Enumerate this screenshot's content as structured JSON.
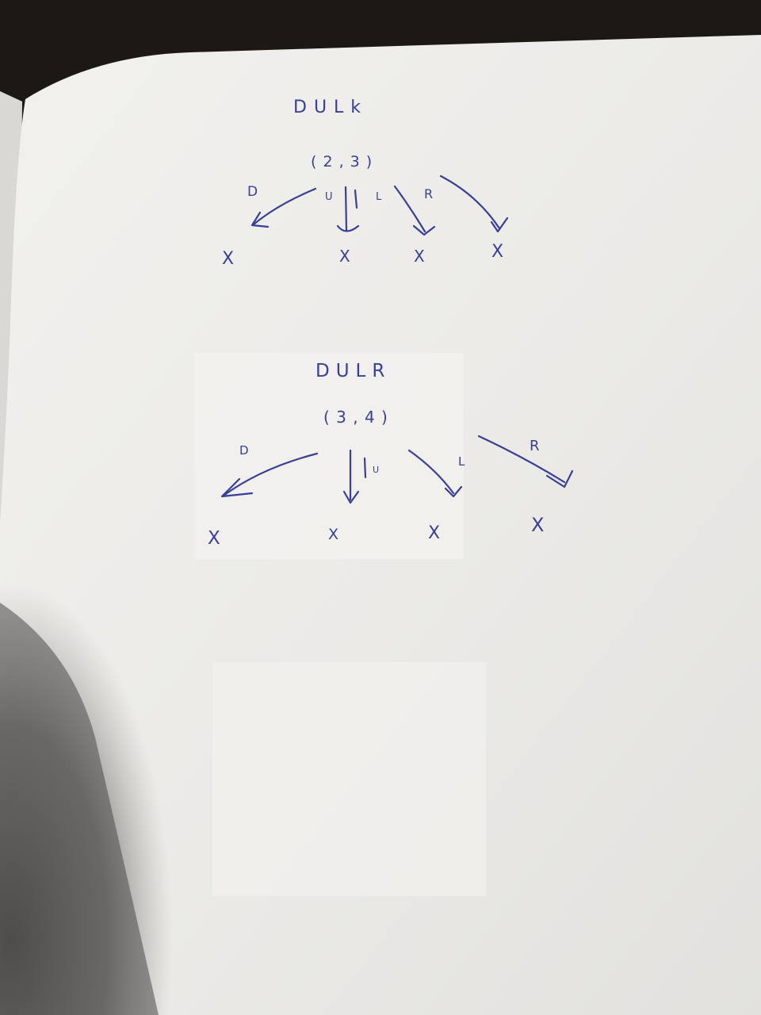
{
  "notebook": {
    "colors": {
      "paper": "#ecebe8",
      "ink": "#3a3f96",
      "background": "#1c1814"
    },
    "trees": [
      {
        "heading": "DULk",
        "state": "( 2 , 3 )",
        "branch_labels": [
          "D",
          "U",
          "L",
          "R"
        ],
        "leaves": [
          "X",
          "X",
          "X",
          "X"
        ]
      },
      {
        "heading": "DULR",
        "state": "( 3 , 4 )",
        "branch_labels": [
          "D",
          "U",
          "L",
          "R"
        ],
        "leaves": [
          "X",
          "X",
          "X",
          "X"
        ]
      }
    ]
  }
}
